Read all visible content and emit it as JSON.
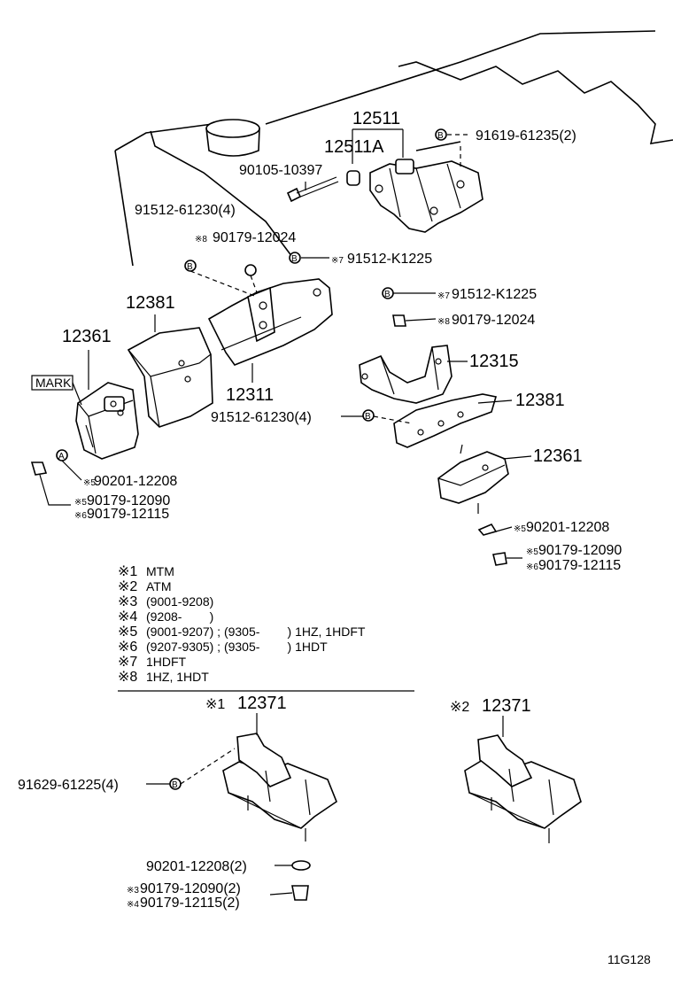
{
  "labels": {
    "p12511": "12511",
    "p12511a": "12511A",
    "p91619": "91619-61235(2)",
    "p90105": "90105-10397",
    "p91512_top": "91512-61230(4)",
    "p90179_12024_top": "90179-12024",
    "p91512_k_top": "91512-K1225",
    "p12381_left": "12381",
    "p12361_left": "12361",
    "mark": "MARK",
    "p12311": "12311",
    "p91512_k_right": "91512-K1225",
    "p90179_12024_right": "90179-12024",
    "p12315": "12315",
    "p12381_right": "12381",
    "p91512_mid": "91512-61230(4)",
    "p12361_right": "12361",
    "p90201_left": "90201-12208",
    "p90179_12090_left": "90179-12090",
    "p90179_12115_left": "90179-12115",
    "p90201_right": "90201-12208",
    "p90179_12090_right": "90179-12090",
    "p90179_12115_right": "90179-12115",
    "p12371_1": "12371",
    "p12371_2": "12371",
    "p91629": "91629-61225(4)",
    "p90201_bottom": "90201-12208(2)",
    "p90179_12090_bottom": "90179-12090(2)",
    "p90179_12115_bottom": "90179-12115(2)",
    "figure_id": "11G128"
  },
  "markers": {
    "m3": "※3",
    "m4": "※4",
    "m5": "※5",
    "m6": "※6",
    "m7": "※7",
    "m8": "※8",
    "m1": "※1",
    "m2": "※2"
  },
  "washer_letters": {
    "b": "B",
    "a": "A"
  },
  "legend": [
    {
      "mark": "※1",
      "text": "MTM"
    },
    {
      "mark": "※2",
      "text": "ATM"
    },
    {
      "mark": "※3",
      "text": "(9001-9208)"
    },
    {
      "mark": "※4",
      "text": "(9208-        )"
    },
    {
      "mark": "※5",
      "text": "(9001-9207) ; (9305-        ) 1HZ, 1HDFT"
    },
    {
      "mark": "※6",
      "text": "(9207-9305) ; (9305-        ) 1HDT"
    },
    {
      "mark": "※7",
      "text": "1HDFT"
    },
    {
      "mark": "※8",
      "text": "1HZ, 1HDT"
    }
  ]
}
